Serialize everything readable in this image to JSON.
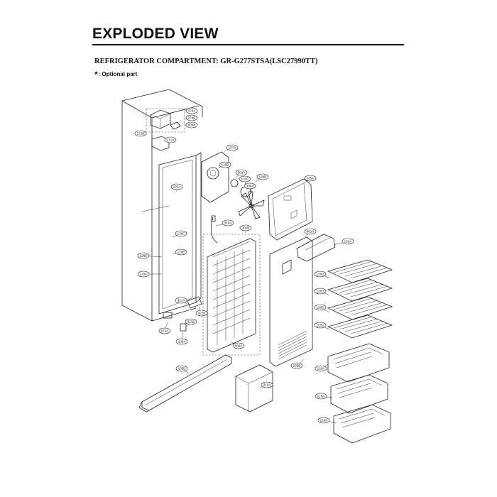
{
  "header": {
    "title": "EXPLODED VIEW",
    "subtitle": "REFRIGERATOR COMPARTMENT: GR-G277STSA(LSC27990TT)",
    "note_star": "*",
    "note_text": ": Optional part"
  },
  "callouts": [
    {
      "label": "276A"
    },
    {
      "label": "276B"
    },
    {
      "label": "603A"
    },
    {
      "label": "271B"
    },
    {
      "label": "271A"
    },
    {
      "label": "137A"
    },
    {
      "label": "136D"
    },
    {
      "label": "603A"
    },
    {
      "label": "136B"
    },
    {
      "label": "135C"
    },
    {
      "label": "309A"
    },
    {
      "label": "135A"
    },
    {
      "label": "103A"
    },
    {
      "label": "310A"
    },
    {
      "label": "302B"
    },
    {
      "label": "401A"
    },
    {
      "label": "132A"
    },
    {
      "label": "128C"
    },
    {
      "label": "128D"
    },
    {
      "label": "128E"
    },
    {
      "label": "128F"
    },
    {
      "label": "120D"
    },
    {
      "label": "120D"
    },
    {
      "label": "120D"
    },
    {
      "label": "120C"
    },
    {
      "label": "321A"
    },
    {
      "label": "322B"
    },
    {
      "label": "321B"
    },
    {
      "label": "272A"
    },
    {
      "label": "105A"
    },
    {
      "label": "606A"
    },
    {
      "label": "135B"
    },
    {
      "label": "125A"
    },
    {
      "label": "105B"
    },
    {
      "label": "310A"
    },
    {
      "label": "125A"
    },
    {
      "label": "126A"
    }
  ]
}
